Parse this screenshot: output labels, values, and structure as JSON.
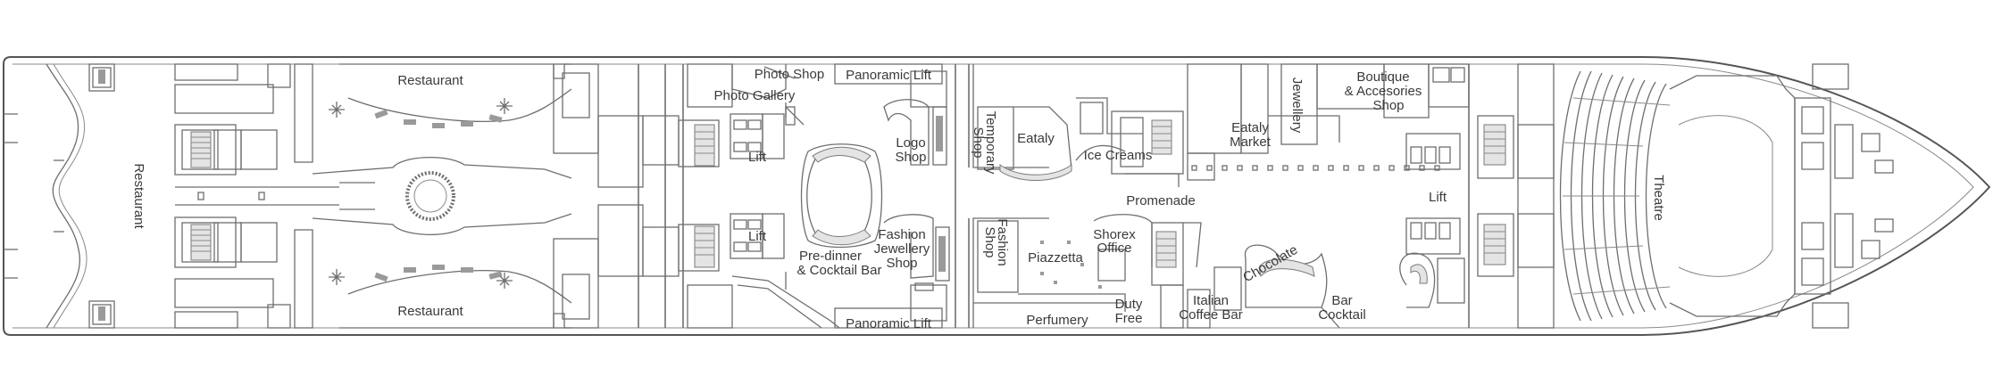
{
  "deck_plan": {
    "labels": {
      "restaurant_aft_vertical": "Restaurant",
      "restaurant_top": "Restaurant",
      "restaurant_bottom": "Restaurant",
      "photo_shop": "Photo Shop",
      "photo_gallery": "Photo Gallery",
      "panoramic_lift_top": "Panoramic Lift",
      "panoramic_lift_bottom": "Panoramic Lift",
      "lift_1": "Lift",
      "lift_2": "Lift",
      "lift_3": "Lift",
      "logo_shop_line1": "Logo",
      "logo_shop_line2": "Shop",
      "pre_dinner_line1": "Pre-dinner",
      "pre_dinner_line2": "& Cocktail Bar",
      "fashion_jewellery_line1": "Fashion",
      "fashion_jewellery_line2": "Jewellery",
      "fashion_jewellery_line3": "Shop",
      "temporary_shop_line1": "Temporary",
      "temporary_shop_line2": "Shop",
      "fashion_shop_line1": "Fashion",
      "fashion_shop_line2": "Shop",
      "eataly": "Eataly",
      "ice_creams": "Ice Creams",
      "promenade": "Promenade",
      "shorex_line1": "Shorex",
      "shorex_line2": "Office",
      "piazzetta": "Piazzetta",
      "perfumery": "Perfumery",
      "duty_free_line1": "Duty",
      "duty_free_line2": "Free",
      "italian_coffee_line1": "Italian",
      "italian_coffee_line2": "Coffee Bar",
      "chocolate": "Chocolate",
      "bar_cocktail_line1": "Bar",
      "bar_cocktail_line2": "Cocktail",
      "eataly_market_line1": "Eataly",
      "eataly_market_line2": "Market",
      "jewellery": "Jewellery",
      "boutique_line1": "Boutique",
      "boutique_line2": "& Accesories",
      "boutique_line3": "Shop",
      "theatre": "Theatre"
    },
    "colors": {
      "line": "#6e6e6e",
      "text": "#3a3a3a",
      "fill_grey": "#9a9a9a"
    }
  }
}
